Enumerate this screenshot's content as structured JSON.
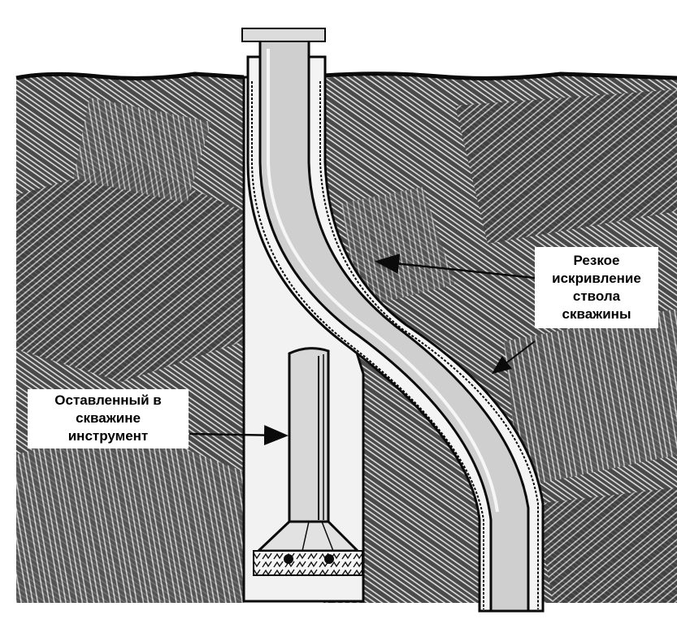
{
  "labels": {
    "left": [
      "Оставленный в",
      "скважине",
      "инструмент"
    ],
    "right": [
      "Резкое",
      "искривление",
      "ствола",
      "скважины"
    ]
  },
  "colors": {
    "background": "#ffffff",
    "ground": "#4a4a4a",
    "hatch_light": "#e6e6e6",
    "borehole": "#f2f2f2",
    "pipe": "#cfcfcf",
    "outline": "#0a0a0a"
  },
  "icons": {
    "arrow_left": "arrow-right-icon",
    "arrow_right": "arrow-left-icon"
  }
}
